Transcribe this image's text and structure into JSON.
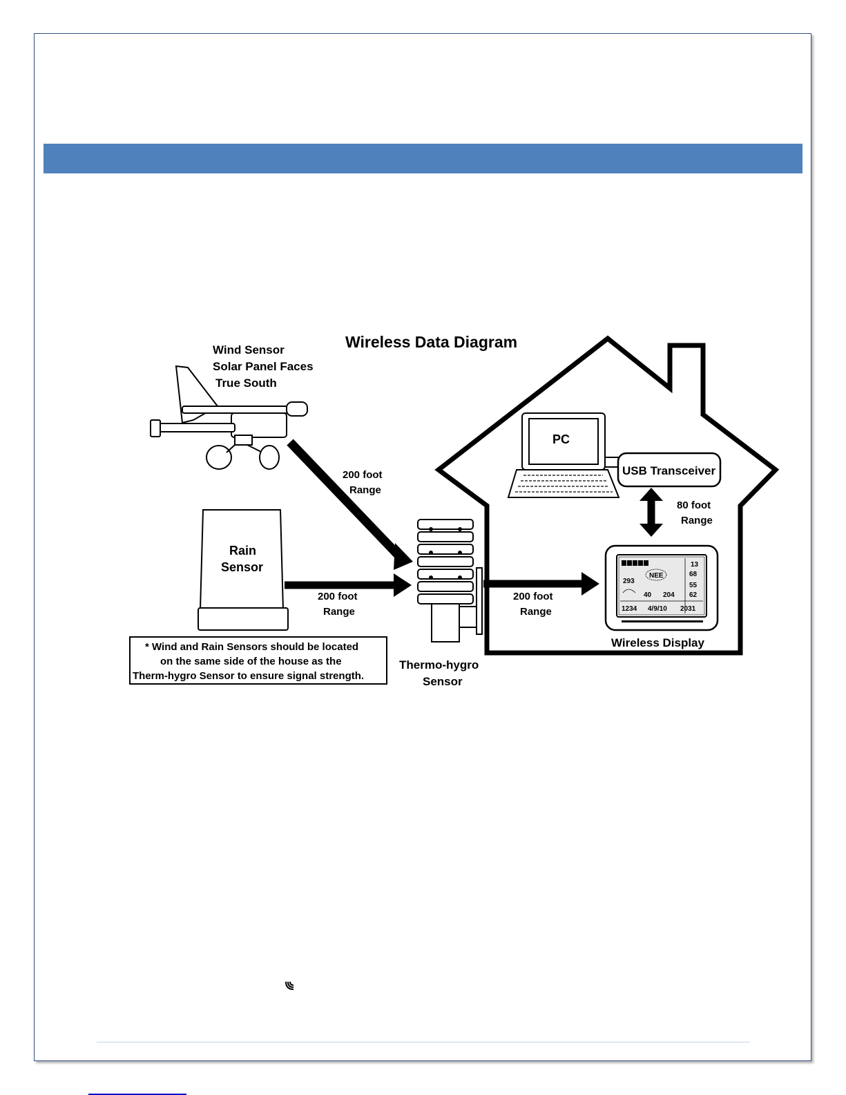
{
  "document": {
    "header_bar_color": "#4f81bd"
  },
  "diagram": {
    "title": "Wireless Data Diagram",
    "wind_sensor": {
      "line1": "Wind Sensor",
      "line2": "Solar Panel Faces",
      "line3": "True South"
    },
    "rain_sensor": {
      "line1": "Rain",
      "line2": "Sensor"
    },
    "thermo_hygro": {
      "line1": "Thermo-hygro",
      "line2": "Sensor"
    },
    "pc_label": "PC",
    "usb_label": "USB Transceiver",
    "display_label": "Wireless Display",
    "range_wind": {
      "line1": "200 foot",
      "line2": "Range"
    },
    "range_rain": {
      "line1": "200 foot",
      "line2": "Range"
    },
    "range_display": {
      "line1": "200 foot",
      "line2": "Range"
    },
    "range_usb": {
      "line1": "80 foot",
      "line2": "Range"
    },
    "note": {
      "line1": "* Wind and Rain Sensors should be located",
      "line2": "on the same side of the house as the",
      "line3": "Therm-hygro Sensor to ensure signal strength."
    },
    "lcd": {
      "r1": "13",
      "r2": "68",
      "r3": "55",
      "r4": "62",
      "mid": "NEE",
      "v1": "293",
      "v2": "40",
      "v3": "204",
      "time": "1234",
      "date": "4/9/10",
      "year": "2031"
    }
  },
  "icons": {
    "signal": "signal-waves-icon"
  }
}
